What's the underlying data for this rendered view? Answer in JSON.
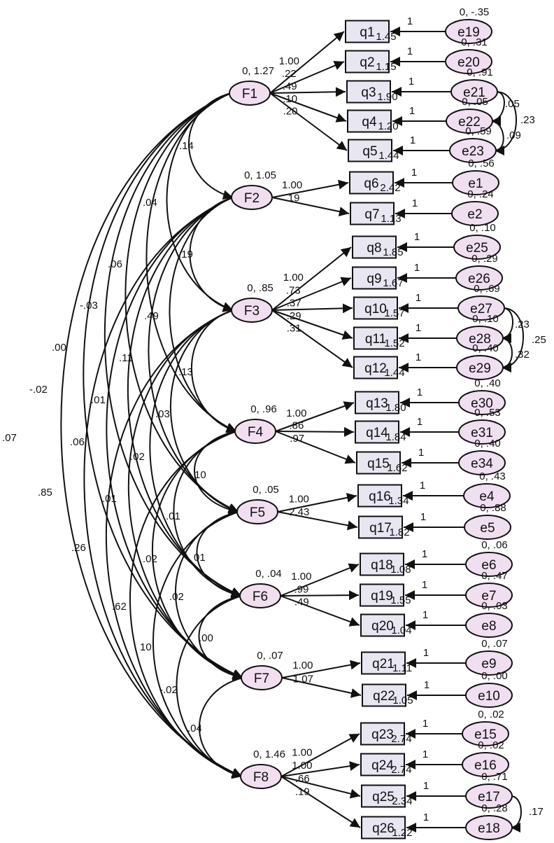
{
  "latents": [
    {
      "id": "F1",
      "label": "F1",
      "var": "0, 1.27"
    },
    {
      "id": "F2",
      "label": "F2",
      "var": "0, 1.05"
    },
    {
      "id": "F3",
      "label": "F3",
      "var": "0, .85"
    },
    {
      "id": "F4",
      "label": "F4",
      "var": "0, .96"
    },
    {
      "id": "F5",
      "label": "F5",
      "var": "0, .05"
    },
    {
      "id": "F6",
      "label": "F6",
      "var": "0, .04"
    },
    {
      "id": "F7",
      "label": "F7",
      "var": "0, .07"
    },
    {
      "id": "F8",
      "label": "F8",
      "var": "0, 1.46"
    }
  ],
  "indicators": [
    {
      "id": "q1",
      "label": "q1",
      "intercept": "1.45",
      "factor": "F1",
      "loading": "1.00",
      "error": "e19",
      "error_var": "0, -.35",
      "err_path": "1"
    },
    {
      "id": "q2",
      "label": "q2",
      "intercept": "1.15",
      "factor": "F1",
      "loading": ".22",
      "error": "e20",
      "error_var": "0, .31",
      "err_path": "1"
    },
    {
      "id": "q3",
      "label": "q3",
      "intercept": "1.90",
      "factor": "F1",
      "loading": ".49",
      "error": "e21",
      "error_var": "0, .91",
      "err_path": "1"
    },
    {
      "id": "q4",
      "label": "q4",
      "intercept": "1.20",
      "factor": "F1",
      "loading": ".10",
      "error": "e22",
      "error_var": "0, .05",
      "err_path": "1"
    },
    {
      "id": "q5",
      "label": "q5",
      "intercept": "1.44",
      "factor": "F1",
      "loading": ".20",
      "error": "e23",
      "error_var": "0, .59",
      "err_path": "1"
    },
    {
      "id": "q6",
      "label": "q6",
      "intercept": "2.42",
      "factor": "F2",
      "loading": "1.00",
      "error": "e1",
      "error_var": "0, .56",
      "err_path": "1"
    },
    {
      "id": "q7",
      "label": "q7",
      "intercept": "1.13",
      "factor": "F2",
      "loading": ".19",
      "error": "e2",
      "error_var": "0, .24",
      "err_path": "1"
    },
    {
      "id": "q8",
      "label": "q8",
      "intercept": "1.85",
      "factor": "F3",
      "loading": "1.00",
      "error": "e25",
      "error_var": "0, .10",
      "err_path": "1"
    },
    {
      "id": "q9",
      "label": "q9",
      "intercept": "1.67",
      "factor": "F3",
      "loading": ".73",
      "error": "e26",
      "error_var": "0, .29",
      "err_path": "1"
    },
    {
      "id": "q10",
      "label": "q10",
      "intercept": "1.57",
      "factor": "F3",
      "loading": ".37",
      "error": "e27",
      "error_var": "0, .69",
      "err_path": "1"
    },
    {
      "id": "q11",
      "label": "q11",
      "intercept": "1.52",
      "factor": "F3",
      "loading": ".29",
      "error": "e28",
      "error_var": "0, .10",
      "err_path": "1"
    },
    {
      "id": "q12",
      "label": "q12",
      "intercept": "1.44",
      "factor": "F3",
      "loading": ".31",
      "error": "e29",
      "error_var": "0, .40",
      "err_path": "1"
    },
    {
      "id": "q13",
      "label": "q13",
      "intercept": "1.80",
      "factor": "F4",
      "loading": "1.00",
      "error": "e30",
      "error_var": "0, .40",
      "err_path": "1"
    },
    {
      "id": "q14",
      "label": "q14",
      "intercept": "1.84",
      "factor": "F4",
      "loading": ".86",
      "error": "e31",
      "error_var": "0, .53",
      "err_path": "1"
    },
    {
      "id": "q15",
      "label": "q15",
      "intercept": "1.62",
      "factor": "F4",
      "loading": ".97",
      "error": "e34",
      "error_var": "0, .40",
      "err_path": "1"
    },
    {
      "id": "q16",
      "label": "q16",
      "intercept": "1.34",
      "factor": "F5",
      "loading": "1.00",
      "error": "e4",
      "error_var": "0, .43",
      "err_path": "1"
    },
    {
      "id": "q17",
      "label": "q17",
      "intercept": "1.82",
      "factor": "F5",
      "loading": "2.43",
      "error": "e5",
      "error_var": "0, .88",
      "err_path": "1"
    },
    {
      "id": "q18",
      "label": "q18",
      "intercept": "1.08",
      "factor": "F6",
      "loading": "1.00",
      "error": "e6",
      "error_var": "0, .06",
      "err_path": "1"
    },
    {
      "id": "q19",
      "label": "q19",
      "intercept": "1.55",
      "factor": "F6",
      "loading": ".99",
      "error": "e7",
      "error_var": "0, .47",
      "err_path": "1"
    },
    {
      "id": "q20",
      "label": "q20",
      "intercept": "1.04",
      "factor": "F6",
      "loading": ".49",
      "error": "e8",
      "error_var": "0, .03",
      "err_path": "1"
    },
    {
      "id": "q21",
      "label": "q21",
      "intercept": "1.11",
      "factor": "F7",
      "loading": "1.00",
      "error": "e9",
      "error_var": "0, .07",
      "err_path": "1"
    },
    {
      "id": "q22",
      "label": "q22",
      "intercept": "1.05",
      "factor": "F7",
      "loading": "1.07",
      "error": "e10",
      "error_var": "0, .00",
      "err_path": "1"
    },
    {
      "id": "q23",
      "label": "q23",
      "intercept": "2.74",
      "factor": "F8",
      "loading": "1.00",
      "error": "e15",
      "error_var": "0, .02",
      "err_path": "1"
    },
    {
      "id": "q24",
      "label": "q24",
      "intercept": "2.74",
      "factor": "F8",
      "loading": "1.00",
      "error": "e16",
      "error_var": "0, .02",
      "err_path": "1"
    },
    {
      "id": "q25",
      "label": "q25",
      "intercept": "2.34",
      "factor": "F8",
      "loading": ".66",
      "error": "e17",
      "error_var": "0, .71",
      "err_path": "1"
    },
    {
      "id": "q26",
      "label": "q26",
      "intercept": "1.22",
      "factor": "F8",
      "loading": ".19",
      "error": "e18",
      "error_var": "0, .28",
      "err_path": "1"
    }
  ],
  "error_covariances": [
    {
      "from": "e21",
      "to": "e22",
      "value": ".05"
    },
    {
      "from": "e22",
      "to": "e23",
      "value": ".09"
    },
    {
      "from": "e21",
      "to": "e23",
      "value": ".23"
    },
    {
      "from": "e27",
      "to": "e28",
      "value": ".23"
    },
    {
      "from": "e28",
      "to": "e29",
      "value": ".32"
    },
    {
      "from": "e27",
      "to": "e29",
      "value": ".25"
    },
    {
      "from": "e17",
      "to": "e18",
      "value": ".17"
    }
  ],
  "factor_covariances": [
    {
      "from": "F1",
      "to": "F2",
      "value": ".14"
    },
    {
      "from": "F1",
      "to": "F3",
      "value": ".04"
    },
    {
      "from": "F1",
      "to": "F4",
      "value": ".06"
    },
    {
      "from": "F1",
      "to": "F5",
      "value": "-.03"
    },
    {
      "from": "F1",
      "to": "F6",
      "value": ".00"
    },
    {
      "from": "F1",
      "to": "F7",
      "value": "-.02"
    },
    {
      "from": "F1",
      "to": "F8",
      "value": ".07"
    },
    {
      "from": "F2",
      "to": "F3",
      "value": ".19"
    },
    {
      "from": "F2",
      "to": "F4",
      "value": ".49"
    },
    {
      "from": "F2",
      "to": "F5",
      "value": ".11"
    },
    {
      "from": "F2",
      "to": "F6",
      "value": ".01"
    },
    {
      "from": "F2",
      "to": "F7",
      "value": ".06"
    },
    {
      "from": "F2",
      "to": "F8",
      "value": ".85"
    },
    {
      "from": "F3",
      "to": "F4",
      "value": ".13"
    },
    {
      "from": "F3",
      "to": "F5",
      "value": ".03"
    },
    {
      "from": "F3",
      "to": "F6",
      "value": ".02"
    },
    {
      "from": "F3",
      "to": "F7",
      "value": ".01"
    },
    {
      "from": "F3",
      "to": "F8",
      "value": ".26"
    },
    {
      "from": "F4",
      "to": "F5",
      "value": "10"
    },
    {
      "from": "F4",
      "to": "F6",
      "value": ".01"
    },
    {
      "from": "F4",
      "to": "F7",
      "value": ".02"
    },
    {
      "from": "F4",
      "to": "F8",
      "value": ".62"
    },
    {
      "from": "F5",
      "to": "F6",
      "value": "01"
    },
    {
      "from": "F5",
      "to": "F7",
      "value": ".02"
    },
    {
      "from": "F5",
      "to": "F8",
      "value": "10"
    },
    {
      "from": "F6",
      "to": "F7",
      "value": ".00"
    },
    {
      "from": "F6",
      "to": "F8",
      "value": "-.02"
    },
    {
      "from": "F7",
      "to": "F8",
      "value": ".04"
    }
  ]
}
